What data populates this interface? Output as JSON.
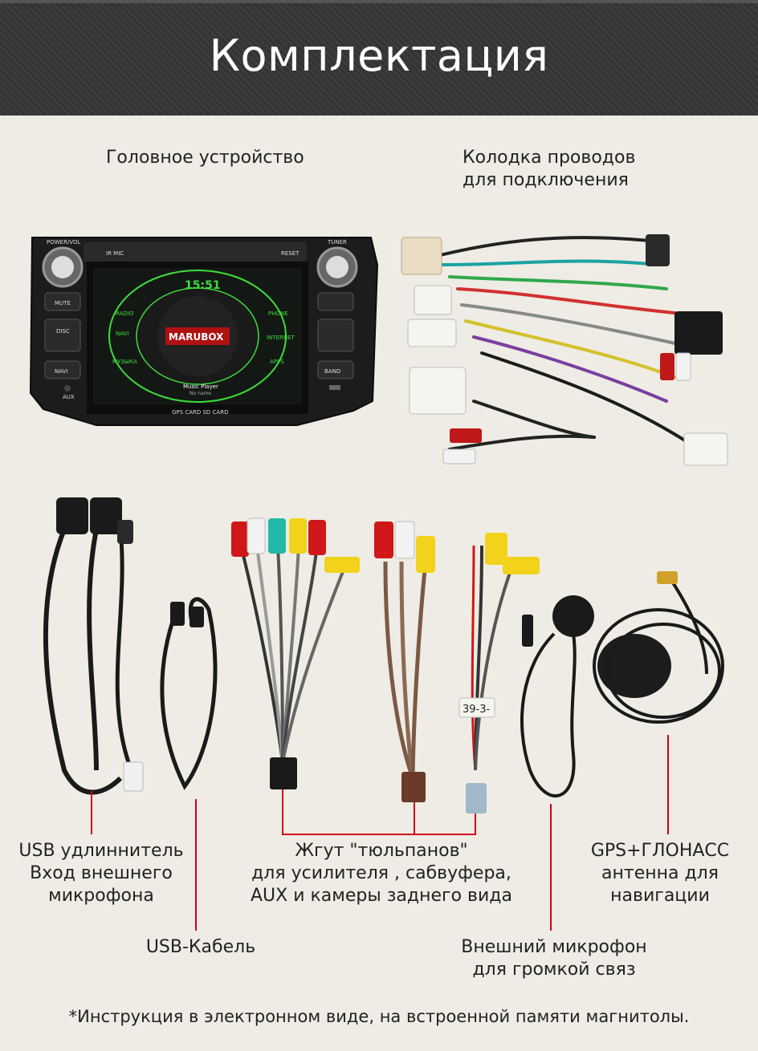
{
  "header": {
    "title": "Комплектация"
  },
  "labels": {
    "head_unit": "Головное устройство",
    "harness": [
      "Колодка проводов",
      "для подключения"
    ],
    "usb_extender": [
      "USB удлиннитель",
      "Вход внешнего",
      "микрофона"
    ],
    "usb_cable": "USB-Кабель",
    "rca_harness": [
      "Жгут \"тюльпанов\"",
      "для усилителя , сабвуфера,",
      "AUX и камеры заднего вида"
    ],
    "gps": [
      "GPS+ГЛОНАСС",
      "антенна для",
      "навигации"
    ],
    "mic": [
      "Внешний микрофон",
      "для громкой связ"
    ]
  },
  "device": {
    "power_vol": "POWER/VOL",
    "tuner": "TUNER",
    "ir_mic": "IR  MIC",
    "reset": "RESET",
    "mute": "MUTE",
    "disc": "DISC",
    "navi_btn": "NAVI",
    "band": "BAND",
    "aux": "AUX",
    "card_slots": "GPS CARD  SD CARD",
    "screen": {
      "time": "15:51",
      "brand": "MARUBOX",
      "left_items": [
        "RADIO",
        "NAVI",
        "МУЗЫКА"
      ],
      "right_items": [
        "PHONE",
        "INTERNET",
        "APPS"
      ],
      "player": "Music Player",
      "player_sub": "No name"
    }
  },
  "cable_tags": {
    "tag_39": "39-3-"
  },
  "footnote": "*Инструкция в электронном виде, на встроенной памяти магнитолы.",
  "colors": {
    "accent_line": "#d0021b",
    "screen_green": "#3ddc3d",
    "header_bg": "#383838"
  }
}
